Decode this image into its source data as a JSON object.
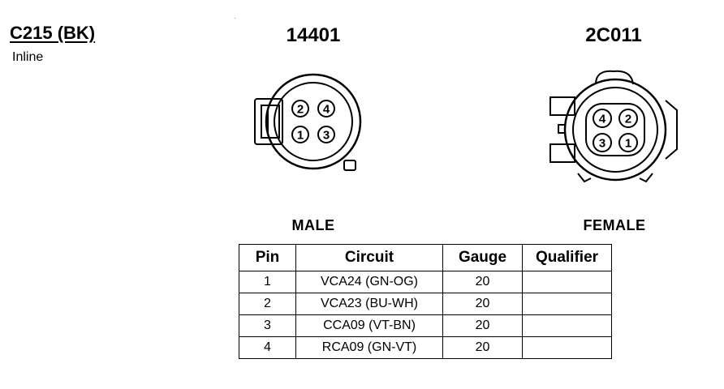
{
  "connector": {
    "id": "C215 (BK)",
    "location": "Inline"
  },
  "male": {
    "part_number": "14401",
    "label": "MALE",
    "pins": [
      "2",
      "4",
      "1",
      "3"
    ]
  },
  "female": {
    "part_number": "2C011",
    "label": "FEMALE",
    "pins": [
      "4",
      "2",
      "3",
      "1"
    ]
  },
  "table": {
    "headers": {
      "pin": "Pin",
      "circuit": "Circuit",
      "gauge": "Gauge",
      "qualifier": "Qualifier"
    },
    "rows": [
      {
        "pin": "1",
        "circuit": "VCA24 (GN-OG)",
        "gauge": "20",
        "qualifier": ""
      },
      {
        "pin": "2",
        "circuit": "VCA23 (BU-WH)",
        "gauge": "20",
        "qualifier": ""
      },
      {
        "pin": "3",
        "circuit": "CCA09 (VT-BN)",
        "gauge": "20",
        "qualifier": ""
      },
      {
        "pin": "4",
        "circuit": "RCA09 (GN-VT)",
        "gauge": "20",
        "qualifier": ""
      }
    ]
  }
}
